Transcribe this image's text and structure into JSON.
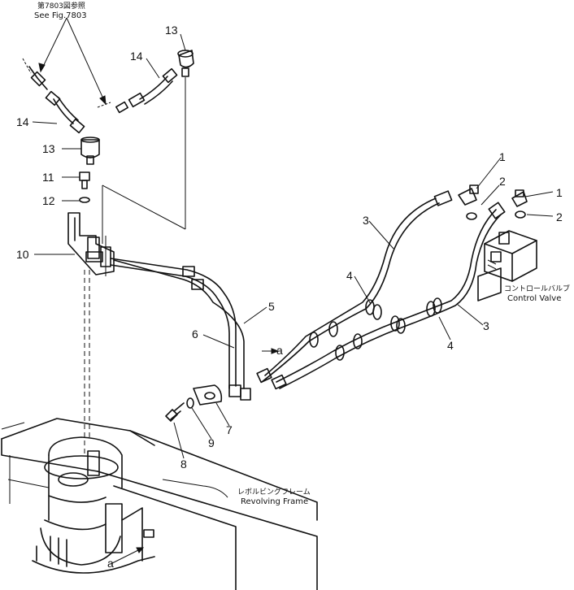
{
  "references": {
    "see_fig_jp": "第7803図参照",
    "see_fig_en": "See Fig.7803"
  },
  "components": {
    "control_valve_jp": "コントロールバルブ",
    "control_valve_en": "Control Valve",
    "revolving_frame_jp": "レボルビングフレーム",
    "revolving_frame_en": "Revolving Frame"
  },
  "view_marker": "a",
  "callouts": {
    "c1a": "1",
    "c1b": "1",
    "c2a": "2",
    "c2b": "2",
    "c3a": "3",
    "c3b": "3",
    "c4a": "4",
    "c4b": "4",
    "c5": "5",
    "c6": "6",
    "c7": "7",
    "c8": "8",
    "c9": "9",
    "c10": "10",
    "c11": "11",
    "c12": "12",
    "c13a": "13",
    "c13b": "13",
    "c14a": "14",
    "c14b": "14"
  }
}
